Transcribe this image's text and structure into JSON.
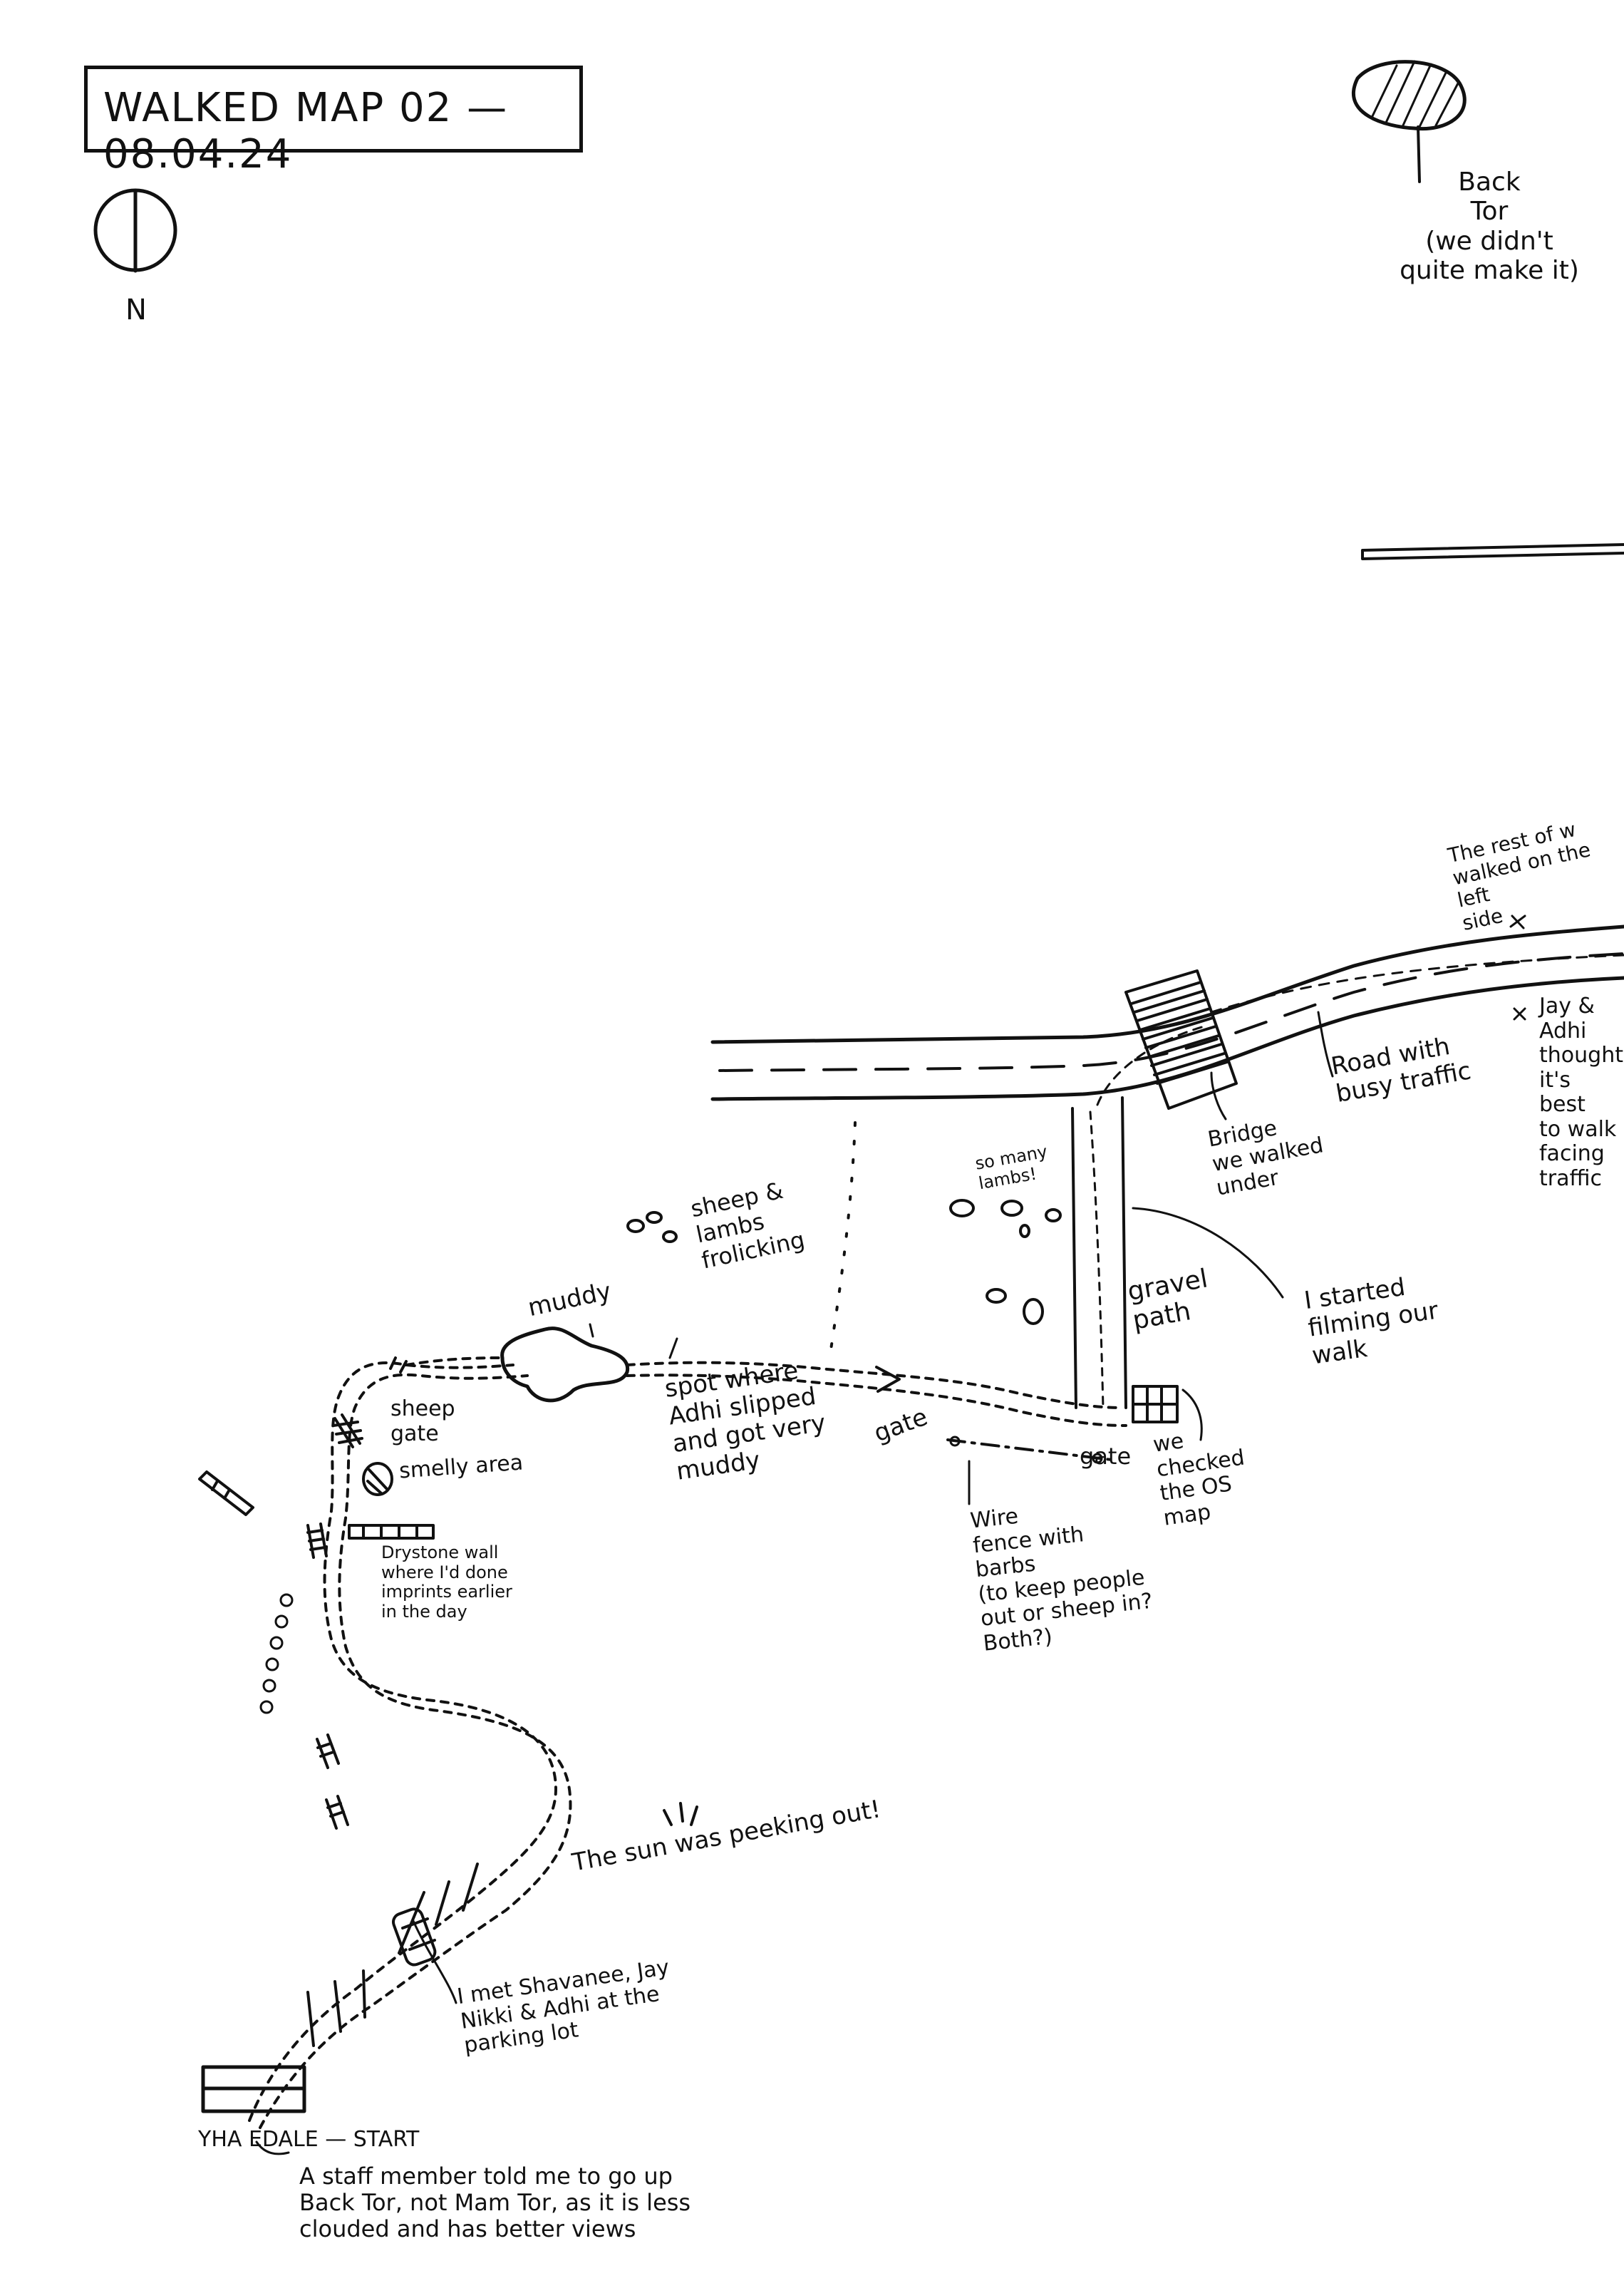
{
  "title": "WALKED MAP 02 — 08.04.24",
  "north": "N",
  "labels": {
    "back_tor": "Back\nTor\n(we didn't\nquite make it)",
    "rest_of_walk": "The rest of w\nwalked on the\nleft\nside",
    "jay_adhi": "Jay &\nAdhi\nthought\nit's best\nto walk\nfacing\ntraffic",
    "road": "Road with\nbusy traffic",
    "bridge": "Bridge\nwe walked\nunder",
    "so_many_lambs": "so many\nlambs!",
    "sheep_lambs": "sheep &\nlambs\nfrolicking",
    "gravel_path": "gravel\npath",
    "started_filming": "I started\nfilming our\nwalk",
    "muddy": "muddy",
    "spot_adhi": "spot where\nAdhi slipped\nand got very\nmuddy",
    "gate_1": "gate",
    "gate_2": "gate",
    "checked_os": "we\nchecked\nthe OS\nmap",
    "wire_fence": "Wire\nfence with\nbarbs\n(to keep people\nout or sheep in?\nBoth?)",
    "sheep_gate": "sheep\ngate",
    "smelly_area": "smelly area",
    "drystone_wall": "Drystone wall\nwhere I'd done\nimprints earlier\nin the day",
    "sun_peeking": "The sun was peeking out!",
    "met_friends": "I met Shavanee, Jay\nNikki & Adhi at the\nparking lot",
    "yha_start": "YHA EDALE — START",
    "staff_note": "A staff member told me to go up\nBack Tor, not Mam Tor, as it is less\nclouded and has better views"
  }
}
